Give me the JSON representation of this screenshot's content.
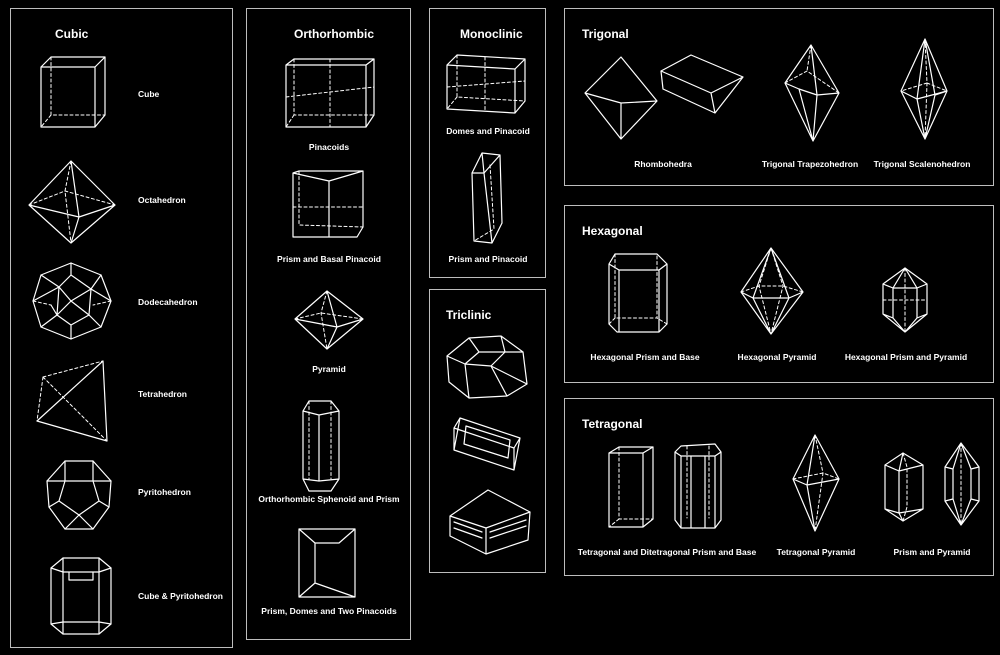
{
  "panels": {
    "cubic": {
      "title": "Cubic",
      "items": [
        "Cube",
        "Octahedron",
        "Dodecahedron",
        "Tetrahedron",
        "Pyritohedron",
        "Cube & Pyritohedron"
      ]
    },
    "orthorhombic": {
      "title": "Orthorhombic",
      "items": [
        "Pinacoids",
        "Prism and Basal Pinacoid",
        "Pyramid",
        "Orthorhombic Sphenoid and Prism",
        "Prism, Domes and Two Pinacoids"
      ]
    },
    "monoclinic": {
      "title": "Monoclinic",
      "items": [
        "Domes and Pinacoid",
        "Prism and Pinacoid"
      ]
    },
    "triclinic": {
      "title": "Triclinic",
      "items": []
    },
    "trigonal": {
      "title": "Trigonal",
      "items": [
        "Rhombohedra",
        "Trigonal Trapezohedron",
        "Trigonal Scalenohedron"
      ]
    },
    "hexagonal": {
      "title": "Hexagonal",
      "items": [
        "Hexagonal Prism and Base",
        "Hexagonal Pyramid",
        "Hexagonal Prism and Pyramid"
      ]
    },
    "tetragonal": {
      "title": "Tetragonal",
      "items": [
        "Tetragonal and Ditetragonal Prism and Base",
        "Tetragonal Pyramid",
        "Prism and Pyramid"
      ]
    }
  }
}
